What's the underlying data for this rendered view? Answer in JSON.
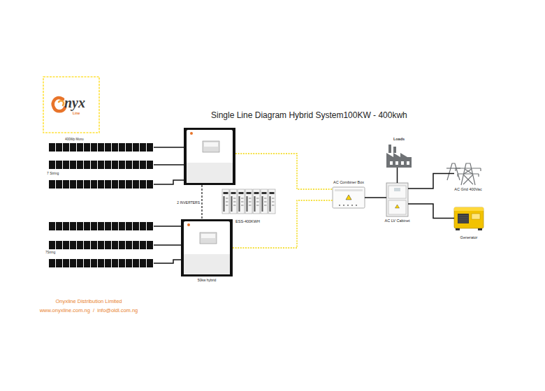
{
  "diagram": {
    "title": "Single Line Diagram Hybrid System100KW - 400kwh",
    "nodes": [
      {
        "text": [
          "nyx",
          "Line"
        ]
      },
      {
        "text": []
      },
      {
        "text": [
          "Loads"
        ]
      },
      {
        "text": [
          "AC Grid 400Vac"
        ]
      },
      {
        "text": [
          "AC Combiner Box"
        ]
      },
      {
        "text": [
          "AC LV Cabinet"
        ]
      },
      {
        "text": [
          "ESS-400KWH"
        ]
      },
      {
        "text": [
          "50kw hybrid"
        ]
      },
      {
        "text": [
          "Generator"
        ]
      }
    ],
    "edges": [
      {
        "from": 1,
        "to": 4,
        "arrow": "none"
      },
      {
        "from": 7,
        "to": 4,
        "arrow": "none"
      },
      {
        "from": 4,
        "to": 5,
        "arrow": "none"
      },
      {
        "from": 5,
        "to": 2,
        "arrow": "none"
      },
      {
        "from": 5,
        "to": 3,
        "arrow": "none"
      },
      {
        "from": 5,
        "to": 8,
        "arrow": "none"
      },
      {
        "from": 1,
        "to": 7,
        "arrow": "none"
      }
    ],
    "labels": [
      "400Wp Mono",
      "7 String",
      "2 INVERTERS",
      "7String",
      "Onyxline Distribution Limited",
      "www.onyxline.com.ng  /  info@oldl.com.ng"
    ]
  }
}
